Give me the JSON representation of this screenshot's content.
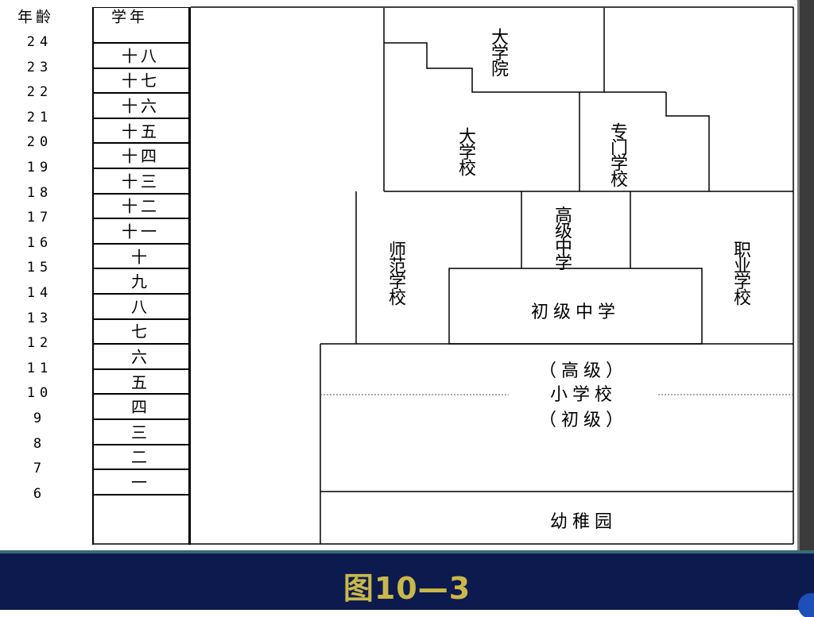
{
  "table": {
    "age_header": "年齡",
    "grade_header": "学年",
    "ages": [
      "24",
      "23",
      "22",
      "21",
      "20",
      "19",
      "18",
      "17",
      "16",
      "15",
      "14",
      "13",
      "12",
      "11",
      "10",
      "9",
      "8",
      "7",
      "6"
    ],
    "grades": [
      "十八",
      "十七",
      "十六",
      "十五",
      "十四",
      "十三",
      "十二",
      "十一",
      "十",
      "九",
      "八",
      "七",
      "六",
      "五",
      "四",
      "三",
      "二",
      "一"
    ]
  },
  "schools": {
    "graduate_school": "大学院",
    "university": "大学校",
    "special_school": "专门学校",
    "normal_school": "师范学校",
    "senior_high": "高级中学",
    "vocational_school": "职业学校",
    "junior_high": "初级中学",
    "elementary_upper": "（高级）",
    "elementary": "小学校",
    "elementary_lower": "（初级）",
    "kindergarten": "幼稚园"
  },
  "caption": "图10—3",
  "colors": {
    "background": "#ffffff",
    "line": "#000000",
    "bottom_band": "#0c1a4e",
    "caption": "#c9b84a"
  }
}
